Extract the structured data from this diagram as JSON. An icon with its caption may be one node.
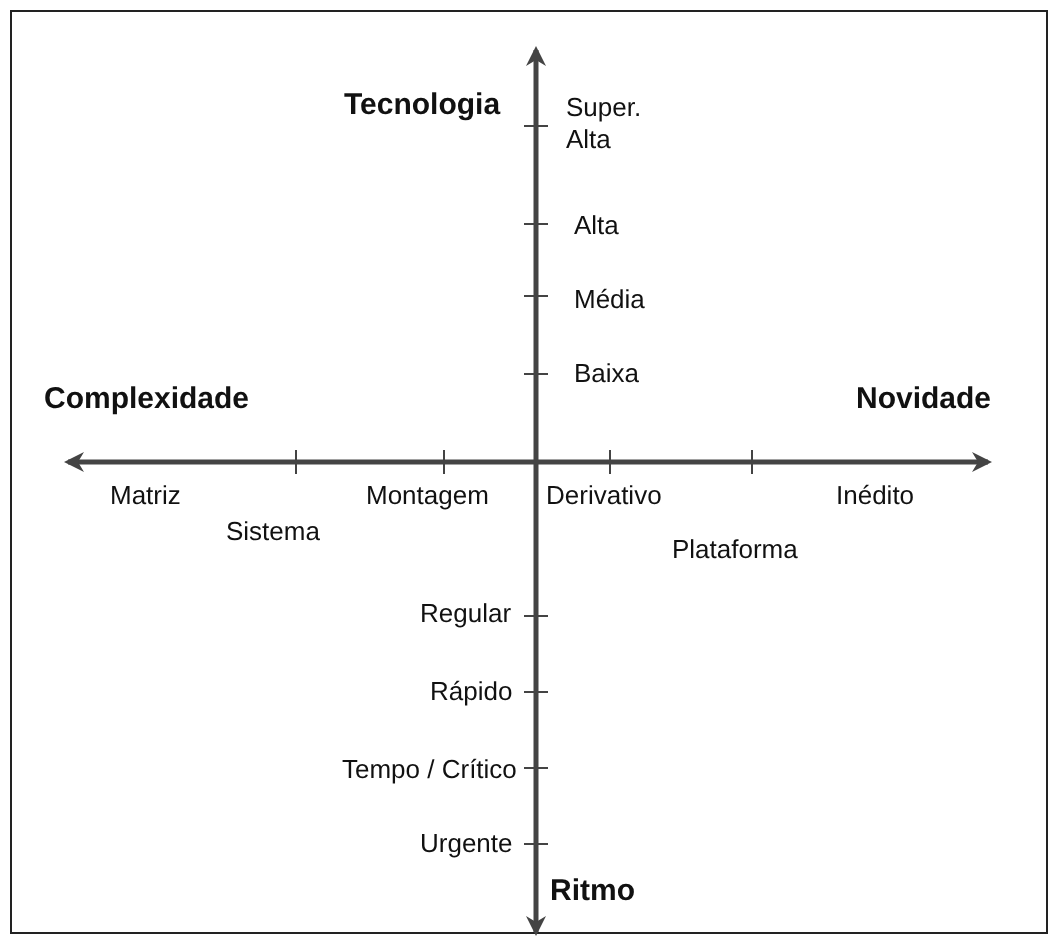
{
  "diagram": {
    "labels": [
      "Tecnologia",
      "Super. Alta",
      "Alta",
      "Média",
      "Complexidade",
      "Novidade",
      "Baixa",
      "Matriz",
      "Sistema",
      "Montagem",
      "Derivativo",
      "Inédito",
      "Plataforma",
      "Regular",
      "Rápido",
      "Tempo / Crítico",
      "Urgente",
      "Ritmo"
    ]
  }
}
